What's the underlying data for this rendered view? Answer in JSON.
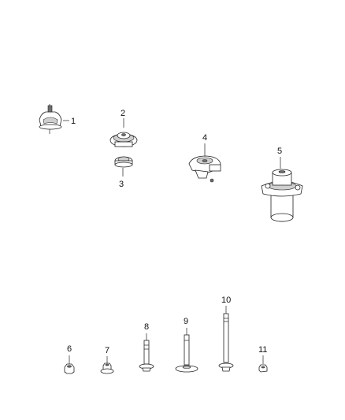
{
  "callouts": [
    "1",
    "2",
    "3",
    "4",
    "5",
    "6",
    "7",
    "8",
    "9",
    "10",
    "11"
  ],
  "parts": [
    {
      "id": "1",
      "icon": "engine-mount-icon"
    },
    {
      "id": "2",
      "icon": "upper-strut-mount-icon"
    },
    {
      "id": "3",
      "icon": "bearing-ring-icon"
    },
    {
      "id": "4",
      "icon": "bracket-mount-icon"
    },
    {
      "id": "5",
      "icon": "strut-mount-assembly-icon"
    },
    {
      "id": "6",
      "icon": "hex-nut-icon"
    },
    {
      "id": "7",
      "icon": "flange-nut-icon"
    },
    {
      "id": "8",
      "icon": "bolt-icon"
    },
    {
      "id": "9",
      "icon": "washer-bolt-icon"
    },
    {
      "id": "10",
      "icon": "long-bolt-icon"
    },
    {
      "id": "11",
      "icon": "small-nut-icon"
    }
  ]
}
